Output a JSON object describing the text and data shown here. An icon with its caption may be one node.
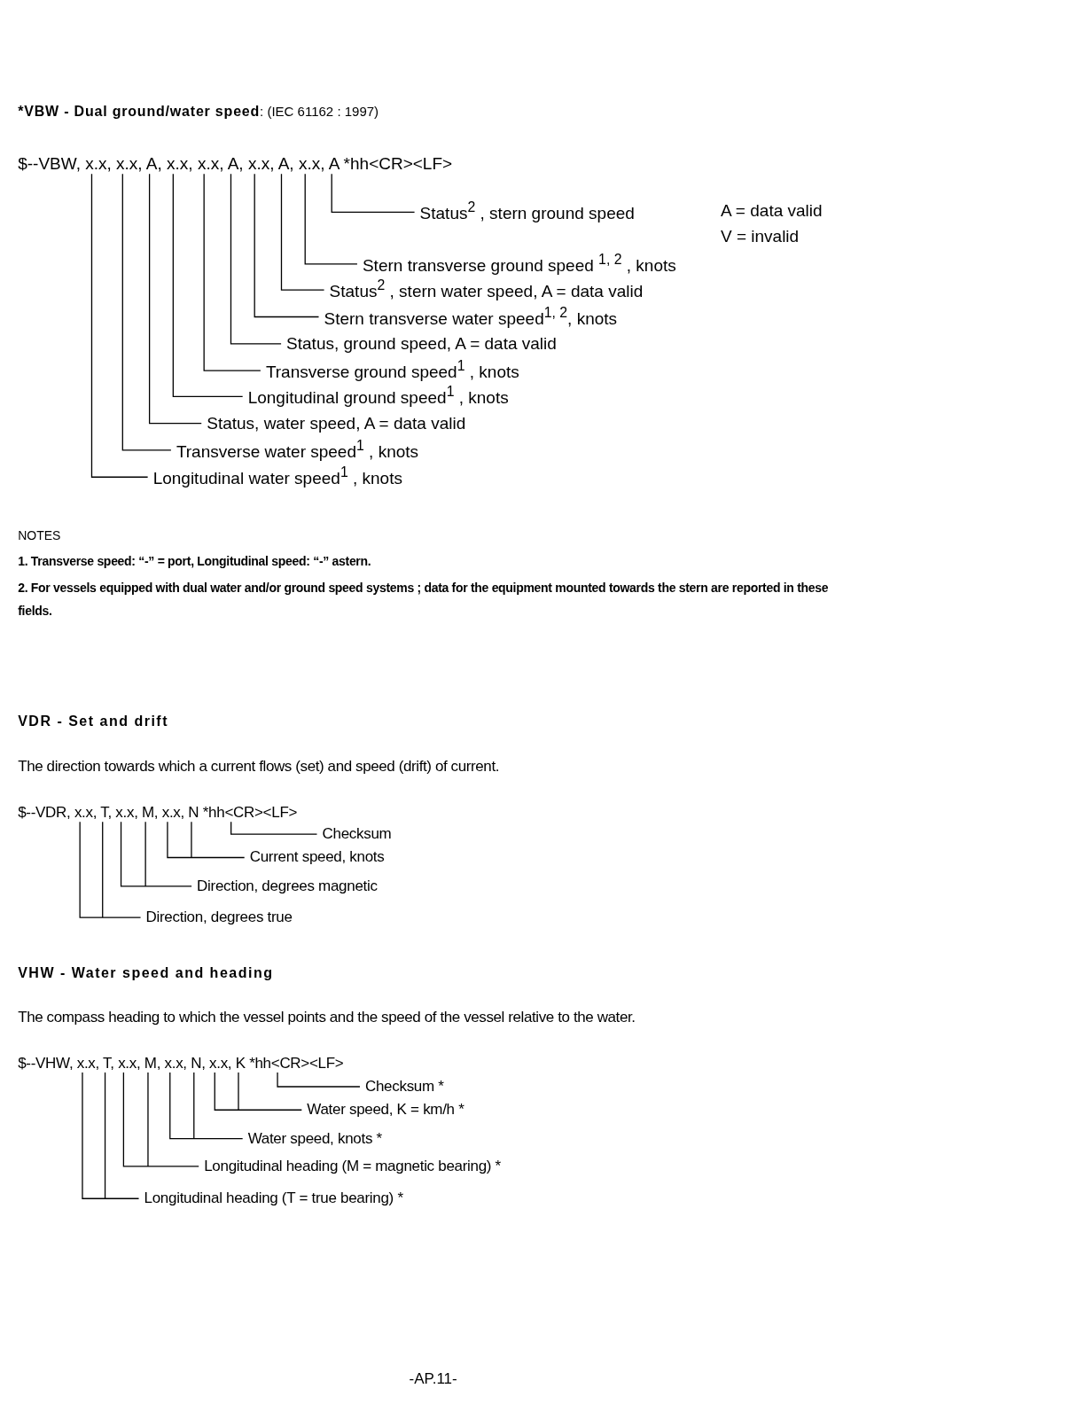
{
  "diagram": {
    "title": "*VBW - Dual ground/water speed",
    "nodes": [
      {
        "text": [
          "$--VBW, x.x, x.x, A, x.x, x.x, A, x.x, A, x.x, A *hh<CR><LF>"
        ]
      },
      {
        "text": [
          "Status$^{2}$ , stern ground speed"
        ],
        "beside": [
          "A = data valid",
          "V = invalid"
        ]
      },
      {
        "text": [
          "Stern transverse ground speed $^{1, 2}$ , knots"
        ]
      },
      {
        "text": [
          "Status$^{2}$ , stern water speed, A = data valid"
        ]
      },
      {
        "text": [
          "Stern transverse water speed$^{1, 2}$, knots"
        ]
      },
      {
        "text": [
          "Status, ground speed, A = data valid"
        ]
      },
      {
        "text": [
          "Transverse ground speed$^{1}$ , knots"
        ]
      },
      {
        "text": [
          "Longitudinal ground speed$^{1}$ , knots"
        ]
      },
      {
        "text": [
          "Status, water speed, A = data valid"
        ]
      },
      {
        "text": [
          "Transverse water speed$^{1}$ , knots"
        ]
      },
      {
        "text": [
          "Longitudinal water speed$^{1}$ , knots"
        ]
      },
      {
        "text": [
          "$--VDR, x.x, T, x.x, M, x.x, N *hh<CR><LF>"
        ]
      },
      {
        "text": [
          "Checksum"
        ]
      },
      {
        "text": [
          "Current speed, knots"
        ]
      },
      {
        "text": [
          "Direction, degrees magnetic"
        ]
      },
      {
        "text": [
          "Direction, degrees true"
        ]
      },
      {
        "text": [
          "$--VHW, x.x, T, x.x, M, x.x, N, x.x, K *hh<CR><LF>"
        ]
      },
      {
        "text": [
          "Checksum *"
        ]
      },
      {
        "text": [
          "Water speed, K = km/h *"
        ]
      },
      {
        "text": [
          "Water speed, knots *"
        ]
      },
      {
        "text": [
          "Longitudinal heading (M = magnetic bearing) *"
        ]
      },
      {
        "text": [
          "Longitudinal heading (T = true bearing) *"
        ]
      }
    ],
    "edges": [
      {
        "from": 1,
        "to": 0,
        "arrow": "none"
      },
      {
        "from": 2,
        "to": 0,
        "arrow": "none"
      },
      {
        "from": 3,
        "to": 0,
        "arrow": "none"
      },
      {
        "from": 4,
        "to": 0,
        "arrow": "none"
      },
      {
        "from": 5,
        "to": 0,
        "arrow": "none"
      },
      {
        "from": 6,
        "to": 0,
        "arrow": "none"
      },
      {
        "from": 7,
        "to": 0,
        "arrow": "none"
      },
      {
        "from": 8,
        "to": 0,
        "arrow": "none"
      },
      {
        "from": 9,
        "to": 0,
        "arrow": "none"
      },
      {
        "from": 10,
        "to": 0,
        "arrow": "none"
      },
      {
        "from": 12,
        "to": 11,
        "arrow": "none"
      },
      {
        "from": 13,
        "to": 11,
        "arrow": "none"
      },
      {
        "from": 14,
        "to": 11,
        "arrow": "none"
      },
      {
        "from": 15,
        "to": 11,
        "arrow": "none"
      },
      {
        "from": 17,
        "to": 16,
        "arrow": "none"
      },
      {
        "from": 18,
        "to": 16,
        "arrow": "none"
      },
      {
        "from": 19,
        "to": 16,
        "arrow": "none"
      },
      {
        "from": 20,
        "to": 16,
        "arrow": "none"
      },
      {
        "from": 21,
        "to": 16,
        "arrow": "none"
      }
    ],
    "labels": [
      ": (IEC 61162 : 1997)",
      "NOTES",
      "1. Transverse speed: “-” = port, Longitudinal speed: “-” astern.",
      "2. For vessels equipped with dual water and/or ground speed systems ; data for the equipment mounted towards the stern are reported in these fields.",
      "VDR - Set and drift",
      "The direction towards which a current flows (set) and speed (drift) of current.",
      "VHW - Water speed and heading",
      "The compass heading to which the vessel points and the speed of the vessel relative to the water.",
      "-AP.11-"
    ]
  }
}
